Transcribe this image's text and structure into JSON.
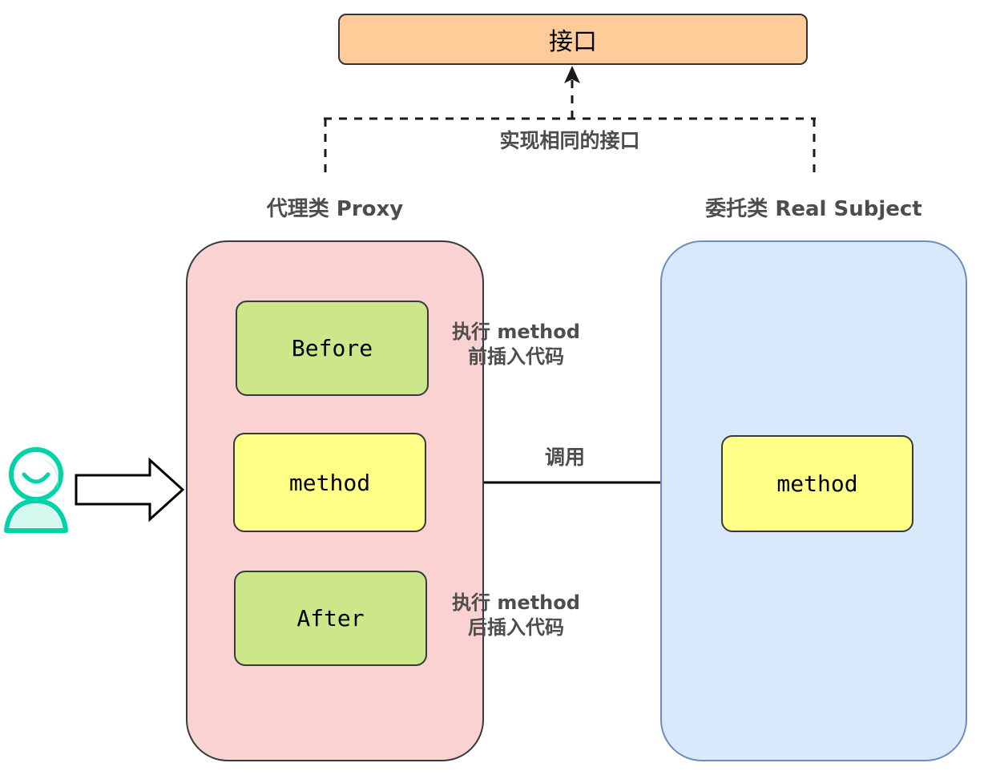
{
  "diagram": {
    "title": "Proxy pattern diagram",
    "interface": {
      "label": "接口"
    },
    "implements_edge": {
      "label": "实现相同的接口"
    },
    "proxy": {
      "title": "代理类 Proxy",
      "fill": "#fad2d2",
      "stroke": "#36393d",
      "boxes": [
        {
          "label": "Before",
          "fill": "#cce68a"
        },
        {
          "label": "method",
          "fill": "#ffff88"
        },
        {
          "label": "After",
          "fill": "#cce68a"
        }
      ],
      "annotations": [
        "执行 method\n前插入代码",
        "执行 method\n后插入代码"
      ]
    },
    "real_subject": {
      "title": "委托类 Real Subject",
      "fill": "#dae8fc",
      "stroke": "#6c8ebf",
      "boxes": [
        {
          "label": "method",
          "fill": "#ffff88"
        }
      ]
    },
    "call_edge": {
      "label": "调用"
    },
    "actor": {
      "name": "user-actor",
      "color": "#00d3a7"
    },
    "colors": {
      "interface_fill": "#ffcc99",
      "text_gray": "#4d4d4d",
      "line_dark": "#1a1a1a"
    }
  }
}
